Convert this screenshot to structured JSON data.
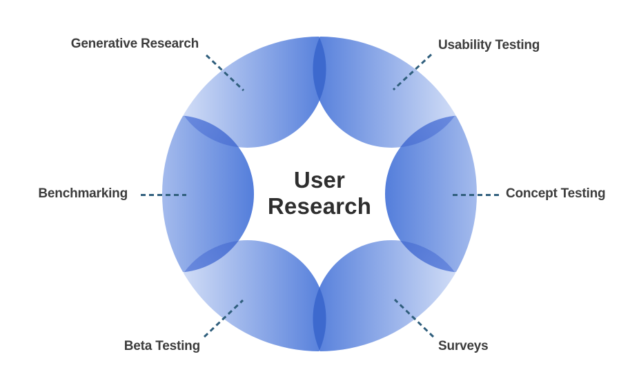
{
  "diagram": {
    "title": {
      "line1": "User",
      "line2": "Research"
    },
    "segments": [
      {
        "id": "generative-research",
        "label": "Generative Research",
        "position": "top-left"
      },
      {
        "id": "usability-testing",
        "label": "Usability Testing",
        "position": "top-right"
      },
      {
        "id": "benchmarking",
        "label": "Benchmarking",
        "position": "left"
      },
      {
        "id": "concept-testing",
        "label": "Concept Testing",
        "position": "right"
      },
      {
        "id": "beta-testing",
        "label": "Beta Testing",
        "position": "bottom-left"
      },
      {
        "id": "surveys",
        "label": "Surveys",
        "position": "bottom-right"
      }
    ],
    "colors": {
      "segment_gradient_light": "#dde6f9",
      "segment_gradient_dark": "#547edb",
      "overlap_vertical_lens": "#3d69ce",
      "overlap_diagonal_lens_outer": "#6a8ade",
      "overlap_diagonal_lens_inner": "#4e74d4",
      "pointer_dash": "#2f5e7c",
      "label_text": "#3c3c3c",
      "title_text": "#2e2e2e",
      "background": "#ffffff"
    }
  }
}
